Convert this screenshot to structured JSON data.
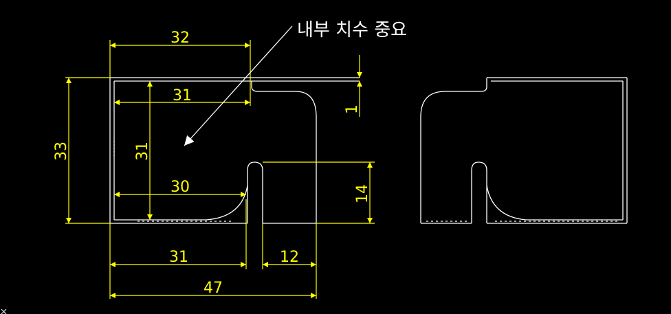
{
  "note": {
    "text": "내부 치수 중요"
  },
  "dimensions": {
    "top_width_outer": "32",
    "top_width_inner": "31",
    "overall_height": "33",
    "inner_height": "31",
    "inner_bottom_width": "30",
    "slot_depth": "14",
    "lip_thickness": "1",
    "bottom_left_width": "31",
    "slot_to_right": "12",
    "overall_width": "47"
  },
  "colors": {
    "background": "#000000",
    "dimension": "#ffff00",
    "geometry": "#ffffff"
  }
}
